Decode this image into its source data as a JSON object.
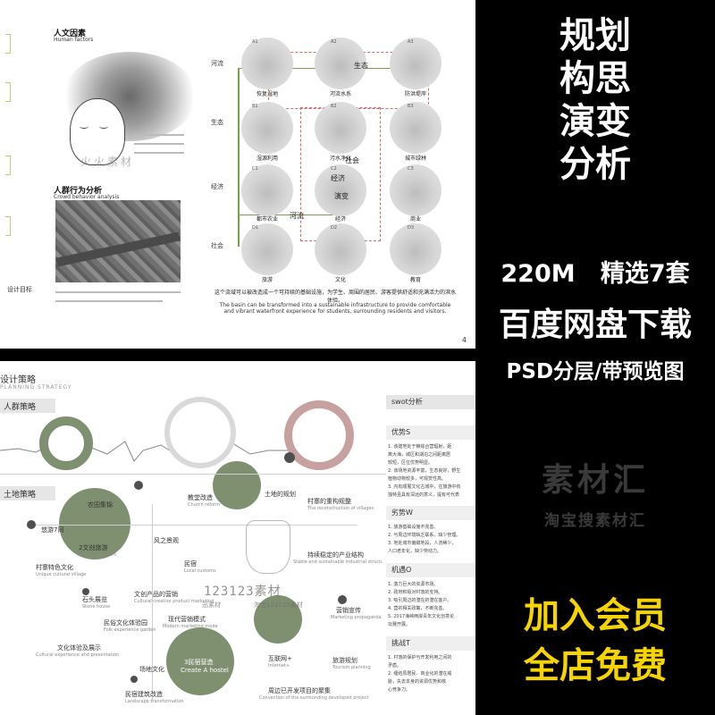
{
  "top_board": {
    "human_factors": {
      "title": "人文因素",
      "subtitle": "Human factors"
    },
    "crowd": {
      "title": "人群行为分析",
      "subtitle": "Crowd behavior analysis"
    },
    "design_goal": "设计目标",
    "watermark": "火火素材",
    "rows": [
      "河流",
      "生态",
      "经济",
      "社会"
    ],
    "grid": [
      {
        "code": "A1",
        "label": "恢复湿地"
      },
      {
        "code": "A2",
        "label": "河流水系"
      },
      {
        "code": "A3",
        "label": "防洪堤岸"
      },
      {
        "code": "B1",
        "label": "湿源利用"
      },
      {
        "code": "B2",
        "label": "污水净化"
      },
      {
        "code": "B3",
        "label": "城市绿林"
      },
      {
        "code": "C1",
        "label": "都市农业"
      },
      {
        "code": "C2",
        "label": "经济"
      },
      {
        "code": "C3",
        "label": "商业"
      },
      {
        "code": "D1",
        "label": "旅游"
      },
      {
        "code": "D2",
        "label": "文化"
      },
      {
        "code": "D3",
        "label": "教育"
      }
    ],
    "mid_words": [
      "生态",
      "社会",
      "经济",
      "河流",
      "演变"
    ],
    "bottom_cn": "这个流域可以被改造成一个可持续的基础设施，为学生、周围的居民、游客提供舒适和充满活力的滨水体验。",
    "bottom_en": "The basin can be transformed into a sustainable infrastructure to provide comfortable and vibrant waterfront experience for students, surrounding residents and visitors.",
    "page_number": "4"
  },
  "bottom_board": {
    "title": "设计策略",
    "subtitle": "PLANNING STRATEGY",
    "section1": "人群策略",
    "section2": "土地策略",
    "swot_title": "swot分析",
    "nodes": [
      {
        "cn": "农田集锦",
        "en": ""
      },
      {
        "cn": "教堂改造",
        "en": "Church reform"
      },
      {
        "cn": "土地的规划",
        "en": ""
      },
      {
        "cn": "村寨的重构规整",
        "en": "The reconstruction of villages"
      },
      {
        "cn": "悠游7同",
        "en": ""
      },
      {
        "cn": "风之景观",
        "en": ""
      },
      {
        "cn": "2文创旅游",
        "en": "Creative Tourism"
      },
      {
        "cn": "村寨特色文化",
        "en": "Unique cultural village"
      },
      {
        "cn": "民宿",
        "en": "Local customs"
      },
      {
        "cn": "持续稳定的产业结构",
        "en": "Stable and sustainable industrial structure"
      },
      {
        "cn": "石头展览",
        "en": "Stone house"
      },
      {
        "cn": "文创产品的营销",
        "en": "Cultural creative product marketing"
      },
      {
        "cn": "营销宣传",
        "en": "Marketing propaganda"
      },
      {
        "cn": "民俗文化体验园",
        "en": "Folk experience garden"
      },
      {
        "cn": "现代营销模式",
        "en": "Modern marketing mode"
      },
      {
        "cn": "文化体验及展示",
        "en": "Cultural experience and presentation"
      },
      {
        "cn": "场地文化",
        "en": ""
      },
      {
        "cn": "3民宿营造",
        "en": "Create A hostel"
      },
      {
        "cn": "互联网+",
        "en": "Internet+"
      },
      {
        "cn": "旅游规划",
        "en": "Tourism planning"
      },
      {
        "cn": "民宿建筑改造",
        "en": "Landscape transformation"
      },
      {
        "cn": "周边已开发项目的聚集",
        "en": "Convection of the surrounding developed project"
      }
    ],
    "watermark": {
      "brand": "123123素材",
      "site1": "迅素材",
      "site2": "淘宝123123素材"
    },
    "swot": [
      {
        "head": "优势S",
        "lines": [
          "1. 该建地处于粮综合营辐射，距",
          "离大海，城区和湖泊之间距离居",
          "较短，区位优势明显。",
          "2. 该场地资源丰富，生态良好，野生",
          "植物动物较多，可观赏性高。",
          "3. 内有顺展文化古城中，在旅游中有",
          "独特且具有深远的意义，提有可代表"
        ]
      },
      {
        "head": "劣势W",
        "lines": [
          "1. 旅游基础设施不完善。",
          "2. 与周边环境缺乏联系，缺少管理。",
          "3. 地处城市偏僻地段，人流稀少，",
          "人口老年化，缺少劳动力。"
        ]
      },
      {
        "head": "机遇O",
        "lines": [
          "1. 激力巨大的资源市场。",
          "2. 政府积极对村落的支持。",
          "3. 吸引周边的潜在的潜在客户。",
          "4. 营的相关政策，不断完善。",
          "5. 2017海峡两岸青年文化创意论",
          "坛赛开展。"
        ]
      },
      {
        "head": "挑战T",
        "lines": [
          "1. 村落的保护与开发利用之间的",
          "矛盾。",
          "2. 缠结原居民、商业化的潜在威",
          "胁，失去本身的资源优势和核",
          "心竞争力。"
        ]
      }
    ]
  },
  "ad": {
    "title_lines": [
      "规划",
      "构思",
      "演变",
      "分析"
    ],
    "size_offer": "220M   精选7套",
    "download": "百度网盘下载",
    "format": "PSD分层/带预览图",
    "brand_big": "素材汇",
    "brand_small": "淘宝搜素材汇",
    "promo_lines": [
      "加入会员",
      "全店免费"
    ]
  },
  "colors": {
    "background": "#000000",
    "green_circle": "#7f9071",
    "accent_yellow": "#f5d400",
    "highlight_red": "#d36a6a",
    "line_green": "#7c9c50"
  }
}
